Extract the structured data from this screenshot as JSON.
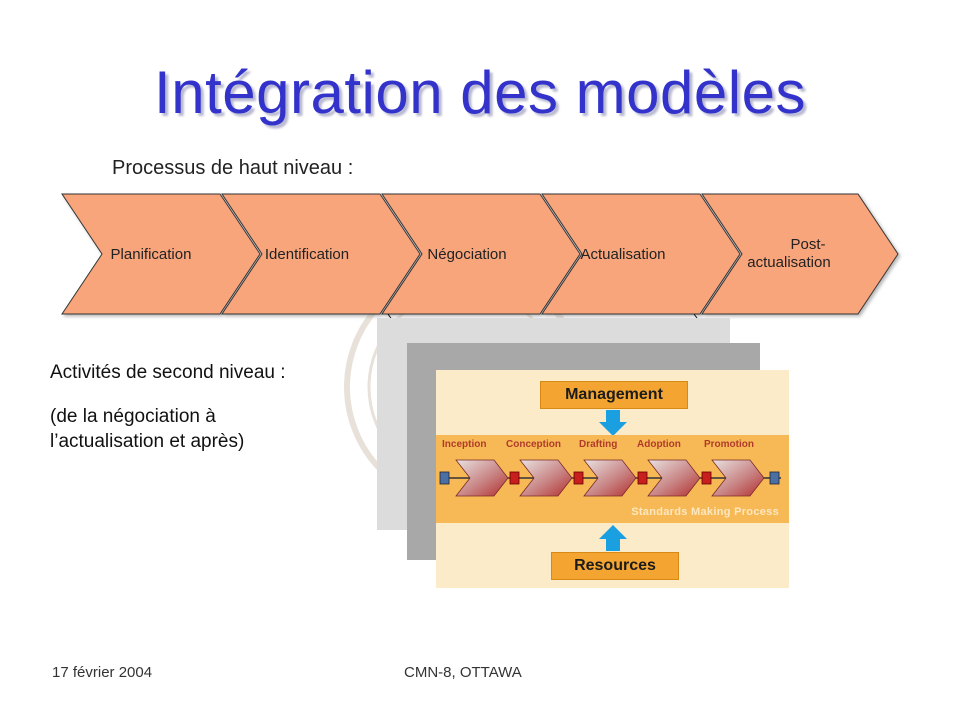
{
  "slide": {
    "title": "Intégration des modèles",
    "subtitle": "Processus de haut niveau :",
    "chevrons": [
      {
        "label": "Planification"
      },
      {
        "label": "Identification"
      },
      {
        "label": "Négociation"
      },
      {
        "label": "Actualisation"
      },
      {
        "label_line1": "Post-",
        "label_line2": "actualisation"
      }
    ],
    "second_level": {
      "title": "Activités de second niveau :",
      "subtitle_line1": "(de la négociation à",
      "subtitle_line2": "l’actualisation et après)"
    },
    "diagram": {
      "management": "Management",
      "resources": "Resources",
      "process_label": "Standards Making Process",
      "stages": [
        "Inception",
        "Conception",
        "Drafting",
        "Adoption",
        "Promotion"
      ]
    },
    "footer": {
      "date": "17 février 2004",
      "event": "CMN-8, OTTAWA"
    },
    "colors": {
      "title": "#3333cc",
      "chevron_fill": "#f9a57c",
      "band": "#f7b955",
      "box": "#f4a531",
      "arrow": "#1aa0e0"
    }
  }
}
